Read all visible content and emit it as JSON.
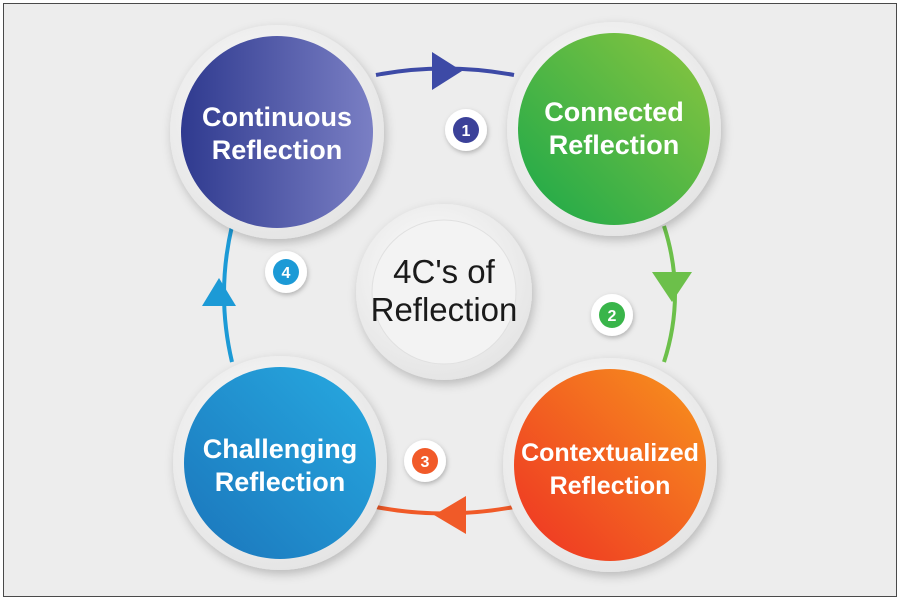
{
  "title": {
    "line1": "4C's of",
    "line2": "Reflection"
  },
  "stages": [
    {
      "number": "1",
      "line1": "Continuous",
      "line2": "Reflection",
      "color_start": "#2f3a8f",
      "color_end": "#7a7fc4"
    },
    {
      "number": "2",
      "line1": "Connected",
      "line2": "Reflection",
      "color_start": "#1aa84a",
      "color_end": "#8cc63f"
    },
    {
      "number": "3",
      "line1": "Contextualized",
      "line2": "Reflection",
      "color_start": "#ee3124",
      "color_end": "#f7941d"
    },
    {
      "number": "4",
      "line1": "Challenging",
      "line2": "Reflection",
      "color_start": "#1b75bb",
      "color_end": "#27aae1"
    }
  ],
  "connector_colors": {
    "top": "#3d4aa6",
    "right": "#6cc04a",
    "bottom": "#f05a28",
    "left": "#1c9ad6"
  },
  "badge_colors": {
    "1": "#3b4199",
    "2": "#39b54a",
    "3": "#f15a29",
    "4": "#1c9ad6"
  }
}
